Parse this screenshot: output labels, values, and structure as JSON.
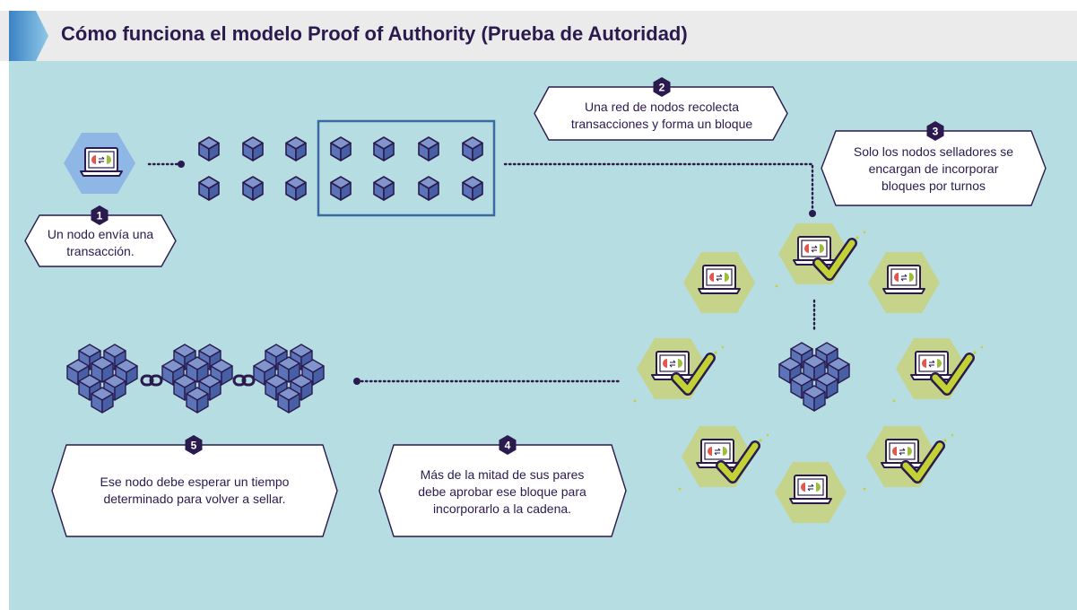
{
  "title": "Cómo funciona el modelo Proof of Authority (Prueba de Autoridad)",
  "steps": [
    {
      "number": "1",
      "lines": [
        "Un nodo envía una",
        "transacción."
      ]
    },
    {
      "number": "2",
      "lines": [
        "Una red de nodos recolecta",
        "transacciones y forma un bloque"
      ]
    },
    {
      "number": "3",
      "lines": [
        "Solo los nodos selladores se",
        "encargan de incorporar",
        "bloques por turnos"
      ]
    },
    {
      "number": "4",
      "lines": [
        "Más de la mitad de sus pares",
        "debe aprobar ese bloque para",
        "incorporarlo a la cadena."
      ]
    },
    {
      "number": "5",
      "lines": [
        "Ese nodo debe esperar un tiempo",
        "determinado para volver a sellar."
      ]
    }
  ],
  "colors": {
    "background": "#b6dde1",
    "title_bar": "#ebebeb",
    "title_text": "#2a1a4e",
    "accent": "#2a1a4e",
    "cube": "#5b74b8",
    "hex_blue": "#8fb7e6",
    "hex_green": "#c5d48a",
    "check": "#c2d235",
    "node_red": "#e1564f",
    "node_green": "#9cbf3a"
  }
}
